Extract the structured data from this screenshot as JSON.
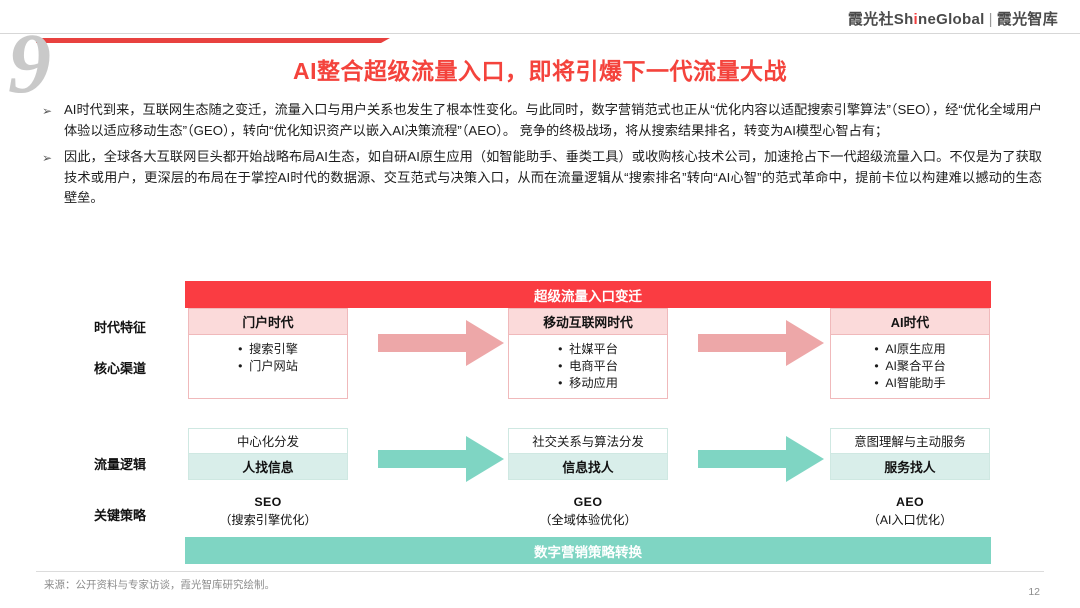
{
  "header": {
    "brand_cn": "霞光社",
    "brand_en_pre": "Sh",
    "brand_en_i": "i",
    "brand_en_post": "neGlobal",
    "brand_divider": "|",
    "brand_think_tank": "霞光智库",
    "section_number": "9",
    "title": "AI整合超级流量入口，即将引爆下一代流量大战"
  },
  "bullets": [
    {
      "marker": "➢",
      "text": "AI时代到来，互联网生态随之变迁，流量入口与用户关系也发生了根本性变化。与此同时，数字营销范式也正从“优化内容以适配搜索引擎算法”（SEO），经“优化全域用户体验以适应移动生态”（GEO），转向“优化知识资产以嵌入AI决策流程”（AEO）。 竞争的终极战场，将从搜索结果排名，转变为AI模型心智占有；"
    },
    {
      "marker": "➢",
      "text": "因此，全球各大互联网巨头都开始战略布局AI生态，如自研AI原生应用（如智能助手、垂类工具）或收购核心技术公司，加速抢占下一代超级流量入口。不仅是为了获取技术或用户，更深层的布局在于掌控AI时代的数据源、交互范式与决策入口，从而在流量逻辑从“搜索排名”转向“AI心智”的范式革命中，提前卡位以构建难以撼动的生态壁垒。"
    }
  ],
  "chart_data": {
    "type": "table",
    "title": "超级流量入口变迁",
    "footer_banner": "数字营销策略转换",
    "row_labels": [
      "时代特征",
      "核心渠道",
      "流量逻辑",
      "关键策略"
    ],
    "eras": [
      {
        "era": "门户时代",
        "channels": [
          "搜索引擎",
          "门户网站"
        ],
        "logic_top": "中心化分发",
        "logic_bottom": "人找信息",
        "strategy_code": "SEO",
        "strategy_desc": "（搜索引擎优化）"
      },
      {
        "era": "移动互联网时代",
        "channels": [
          "社媒平台",
          "电商平台",
          "移动应用"
        ],
        "logic_top": "社交关系与算法分发",
        "logic_bottom": "信息找人",
        "strategy_code": "GEO",
        "strategy_desc": "（全域体验优化）"
      },
      {
        "era": "AI时代",
        "channels": [
          "AI原生应用",
          "AI聚合平台",
          "AI智能助手"
        ],
        "logic_top": "意图理解与主动服务",
        "logic_bottom": "服务找人",
        "strategy_code": "AEO",
        "strategy_desc": "（AI入口优化）"
      }
    ],
    "colors": {
      "banner_red": "#fa3c42",
      "banner_teal": "#7fd5c3",
      "card_head_pink": "#fbdada",
      "logic_teal": "#d9eeea",
      "arrow_pink": "#eda7a8",
      "arrow_teal": "#7fd5c3",
      "title_red": "#f4433c"
    }
  },
  "footer": {
    "source": "来源：公开资料与专家访谈，霞光智库研究绘制。",
    "page_number": "12"
  }
}
